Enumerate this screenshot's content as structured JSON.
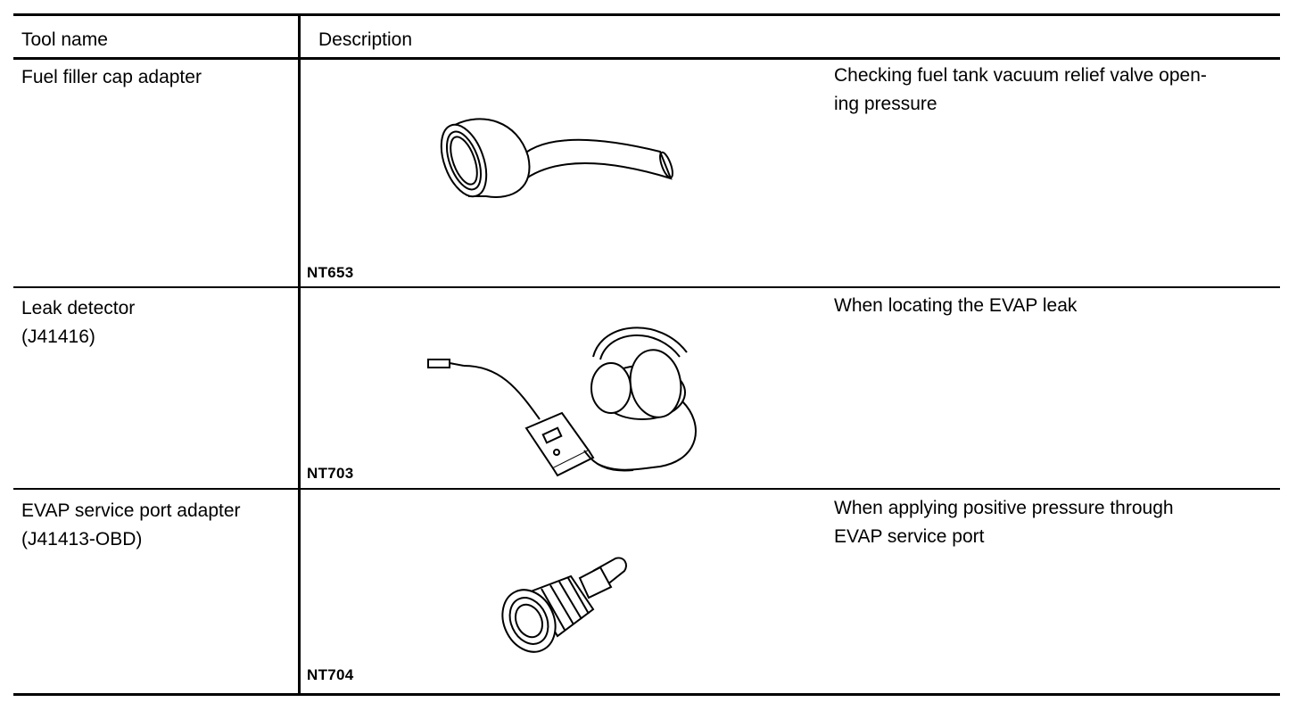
{
  "table": {
    "headers": {
      "tool_name": "Tool name",
      "description": "Description"
    },
    "rows": [
      {
        "tool_name_lines": [
          "Fuel filler cap adapter"
        ],
        "figure_code": "NT653",
        "figure_icon": "fuel-filler-cap-adapter-icon",
        "description_lines": [
          "Checking fuel tank vacuum relief valve open-",
          "ing pressure"
        ]
      },
      {
        "tool_name_lines": [
          "Leak detector",
          "(J41416)"
        ],
        "figure_code": "NT703",
        "figure_icon": "leak-detector-icon",
        "description_lines": [
          "When locating the EVAP leak"
        ]
      },
      {
        "tool_name_lines": [
          "EVAP service port adapter",
          "(J41413-OBD)"
        ],
        "figure_code": "NT704",
        "figure_icon": "evap-service-port-adapter-icon",
        "description_lines": [
          "When applying positive pressure through",
          "EVAP service port"
        ]
      }
    ]
  }
}
